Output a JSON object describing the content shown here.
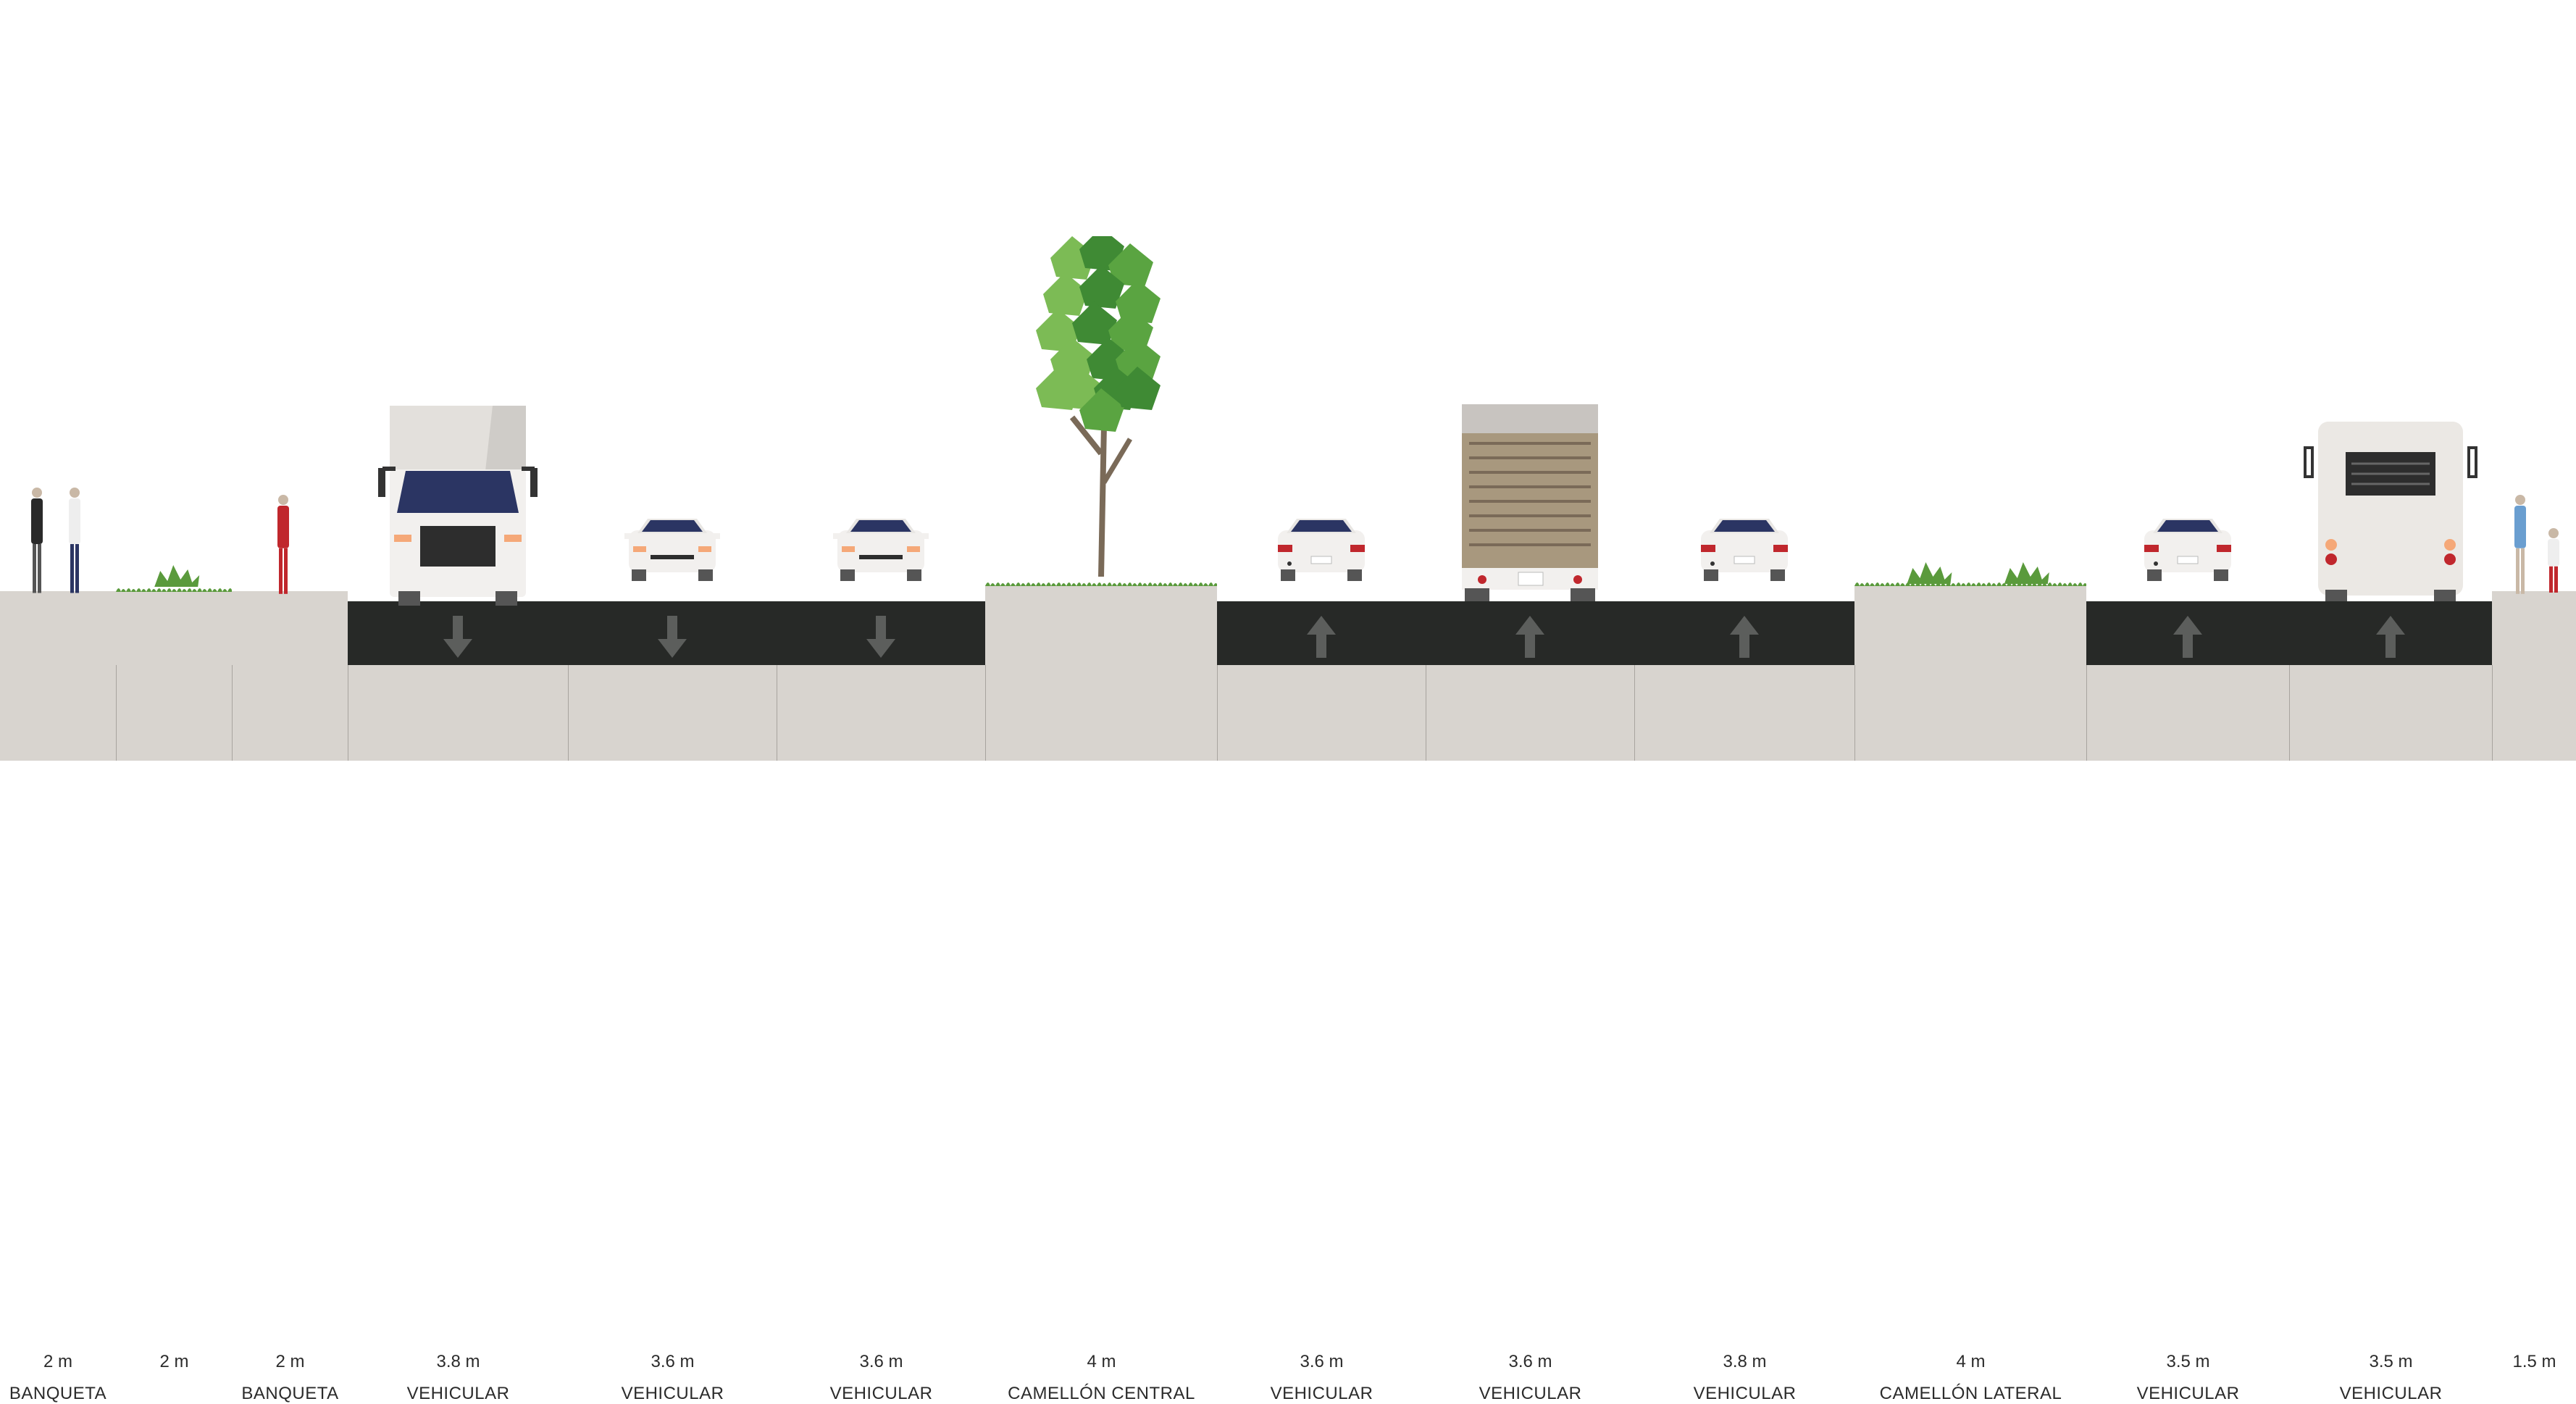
{
  "segments": [
    {
      "width": "2 m",
      "type": "BANQUETA",
      "kind": "sidewalk"
    },
    {
      "width": "2 m",
      "type": "",
      "kind": "planter"
    },
    {
      "width": "2 m",
      "type": "BANQUETA",
      "kind": "sidewalk"
    },
    {
      "width": "3.8 m",
      "type": "VEHICULAR",
      "kind": "road",
      "direction": "down",
      "vehicle": "truck-front"
    },
    {
      "width": "3.6 m",
      "type": "VEHICULAR",
      "kind": "road",
      "direction": "down",
      "vehicle": "car-front"
    },
    {
      "width": "3.6 m",
      "type": "VEHICULAR",
      "kind": "road",
      "direction": "down",
      "vehicle": "car-front"
    },
    {
      "width": "4 m",
      "type": "CAMELLÓN CENTRAL",
      "kind": "median",
      "feature": "tree"
    },
    {
      "width": "3.6 m",
      "type": "VEHICULAR",
      "kind": "road",
      "direction": "up",
      "vehicle": "car-rear"
    },
    {
      "width": "3.6 m",
      "type": "VEHICULAR",
      "kind": "road",
      "direction": "up",
      "vehicle": "truck-rear"
    },
    {
      "width": "3.8 m",
      "type": "VEHICULAR",
      "kind": "road",
      "direction": "up",
      "vehicle": "car-rear"
    },
    {
      "width": "4 m",
      "type": "CAMELLÓN LATERAL",
      "kind": "median",
      "feature": "shrubs"
    },
    {
      "width": "3.5 m",
      "type": "VEHICULAR",
      "kind": "road",
      "direction": "up",
      "vehicle": "car-rear"
    },
    {
      "width": "3.5 m",
      "type": "VEHICULAR",
      "kind": "road",
      "direction": "up",
      "vehicle": "bus-rear"
    },
    {
      "width": "1.5 m",
      "type": "",
      "kind": "sidewalk"
    }
  ],
  "colors": {
    "road": "#272927",
    "ground": "#d8d4cf",
    "label": "#2b2b2b",
    "arrow": "#5c5e5c",
    "grass": "#5a9a3c",
    "tree_dark": "#3f8a34",
    "tree_light": "#7cbb55",
    "trunk": "#7a6a58"
  }
}
